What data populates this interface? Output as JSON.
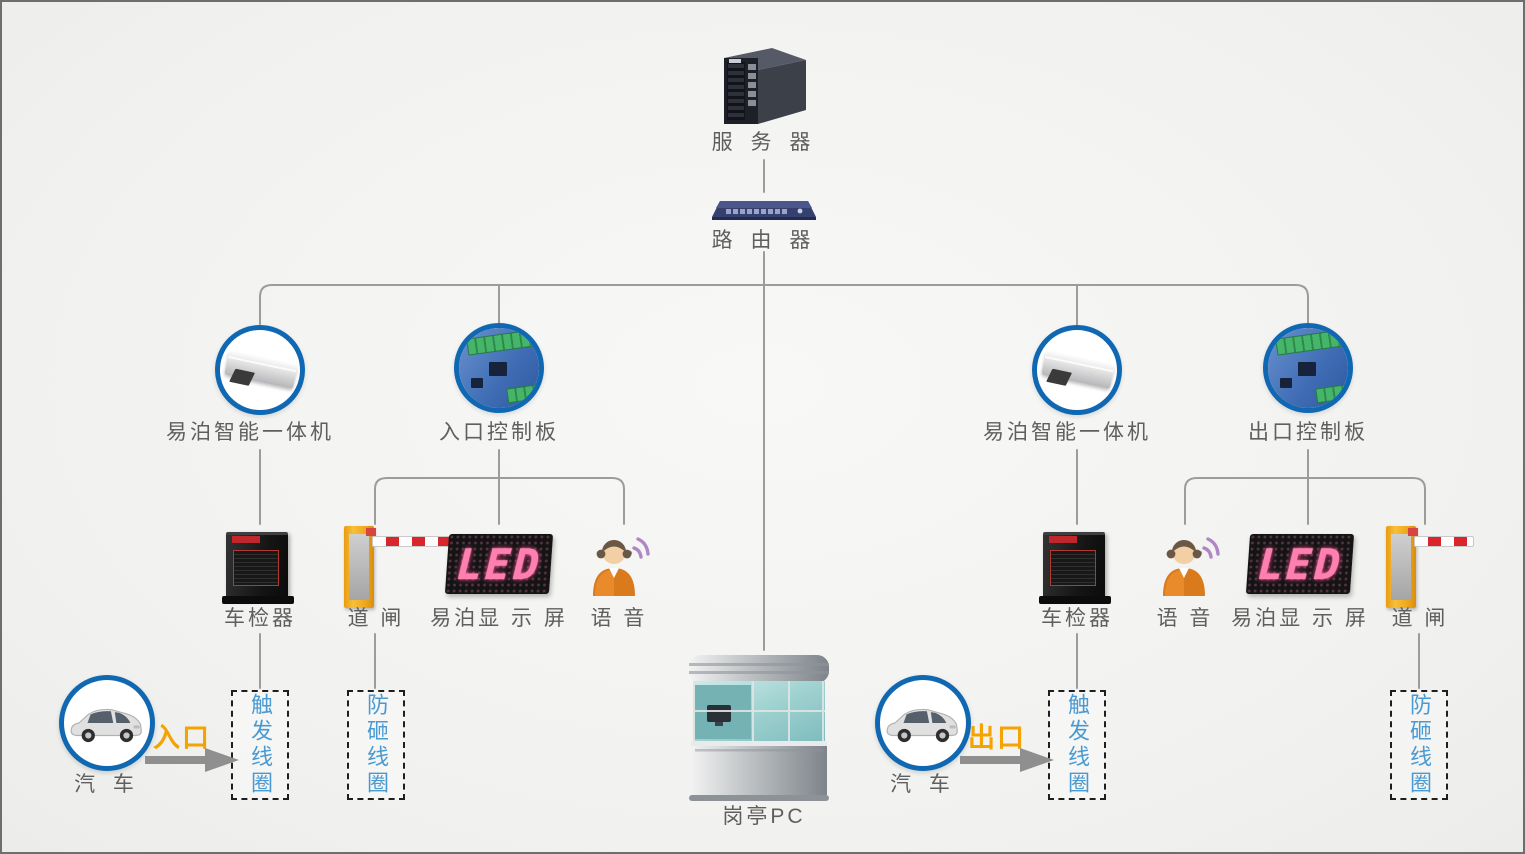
{
  "diagram": {
    "server": {
      "label": "服 务 器"
    },
    "router": {
      "label": "路 由 器"
    },
    "branches": {
      "left_camera": {
        "label": "易泊智能一体机"
      },
      "entrance_board": {
        "label": "入口控制板"
      },
      "right_camera": {
        "label": "易泊智能一体机"
      },
      "exit_board": {
        "label": "出口控制板"
      }
    },
    "entrance_lane": {
      "vehicle_detector": {
        "label": "车检器"
      },
      "barrier_gate": {
        "label": "道 闸"
      },
      "led_display": {
        "label": "易泊显 示 屏"
      },
      "voice": {
        "label": "语 音"
      },
      "trigger_coil": {
        "label": "触发线圈"
      },
      "anti_smash_coil": {
        "label": "防砸线圈"
      },
      "car": {
        "label": "汽 车"
      },
      "direction": {
        "label": "入口"
      }
    },
    "exit_lane": {
      "vehicle_detector": {
        "label": "车检器"
      },
      "barrier_gate": {
        "label": "道 闸"
      },
      "led_display": {
        "label": "易泊显 示 屏"
      },
      "voice": {
        "label": "语 音"
      },
      "trigger_coil": {
        "label": "触发线圈"
      },
      "anti_smash_coil": {
        "label": "防砸线圈"
      },
      "car": {
        "label": "汽 车"
      },
      "direction": {
        "label": "出口"
      }
    },
    "booth": {
      "label": "岗亭PC"
    },
    "led_text": "LED"
  },
  "colors": {
    "circle_blue": "#1068b3",
    "coil_text_blue": "#4a9ad2",
    "arrow_orange": "#f5a300",
    "line_gray": "#9c9c9c",
    "barrier_yellow": "#f0a81c",
    "led_pink": "#ff7fb1"
  }
}
